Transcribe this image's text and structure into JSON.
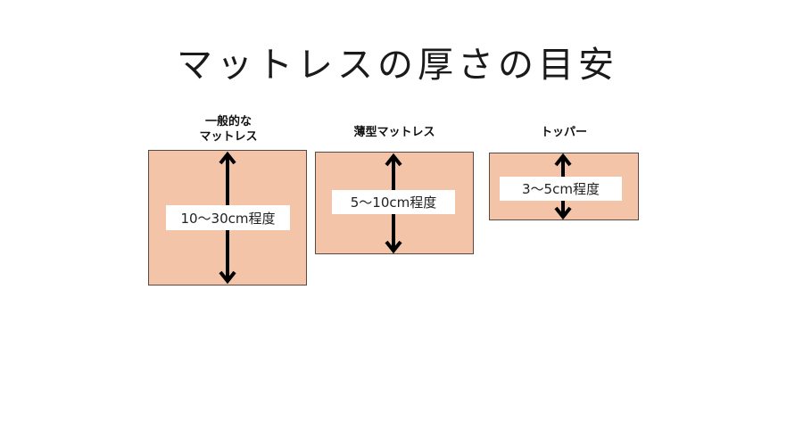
{
  "title": "マットレスの厚さの目安",
  "colors": {
    "box_fill": "#F4C4A8",
    "box_border": "#5A4A45",
    "arrow": "#000000",
    "label_bg": "#FFFFFF"
  },
  "items": [
    {
      "heading_line1": "一般的な",
      "heading_line2": "マットレス",
      "thickness_label": "10〜30cm程度",
      "icon": "double-headed-vertical-arrow"
    },
    {
      "heading_line1": "薄型マットレス",
      "heading_line2": "",
      "thickness_label": "5〜10cm程度",
      "icon": "double-headed-vertical-arrow"
    },
    {
      "heading_line1": "トッパー",
      "heading_line2": "",
      "thickness_label": "3〜5cm程度",
      "icon": "double-headed-vertical-arrow"
    }
  ]
}
